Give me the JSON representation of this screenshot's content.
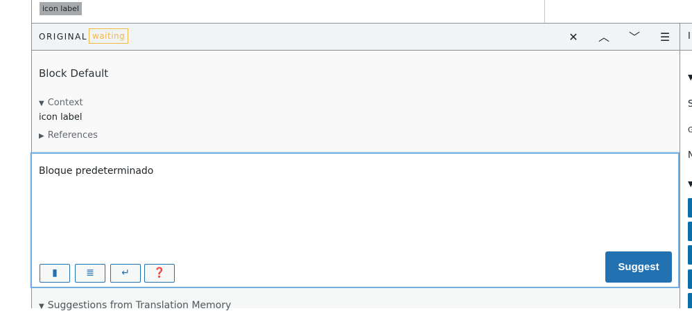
{
  "top": {
    "highlighted_text": "icon label"
  },
  "header": {
    "label": "ORIGINAL",
    "status": "waiting"
  },
  "original": {
    "text": "Block Default",
    "context_label": "Context",
    "context_value": "icon label",
    "references_label": "References"
  },
  "editor": {
    "value": "Bloque predeterminado",
    "suggest_label": "Suggest"
  },
  "footer": {
    "suggestions_label": "Suggestions from Translation Memory"
  },
  "right_panel": {
    "header_letter": "I",
    "line1": "S",
    "line2": "G",
    "line3": "N"
  },
  "colors": {
    "accent": "#2271b1",
    "waiting": "#f0b849",
    "focus": "#72aee6"
  }
}
